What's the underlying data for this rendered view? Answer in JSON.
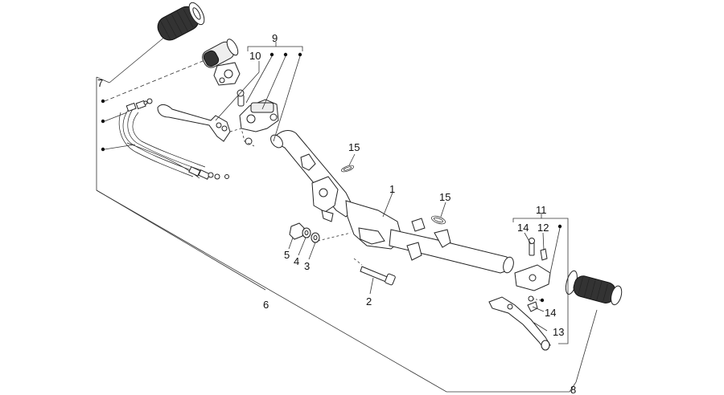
{
  "labels": {
    "l1": "1",
    "l2": "2",
    "l3": "3",
    "l4": "4",
    "l5": "5",
    "l6": "6",
    "l7": "7",
    "l8": "8",
    "l9": "9",
    "l10": "10",
    "l11": "11",
    "l12": "12",
    "l13": "13",
    "l14a": "14",
    "l14b": "14",
    "l15a": "15",
    "l15b": "15"
  }
}
